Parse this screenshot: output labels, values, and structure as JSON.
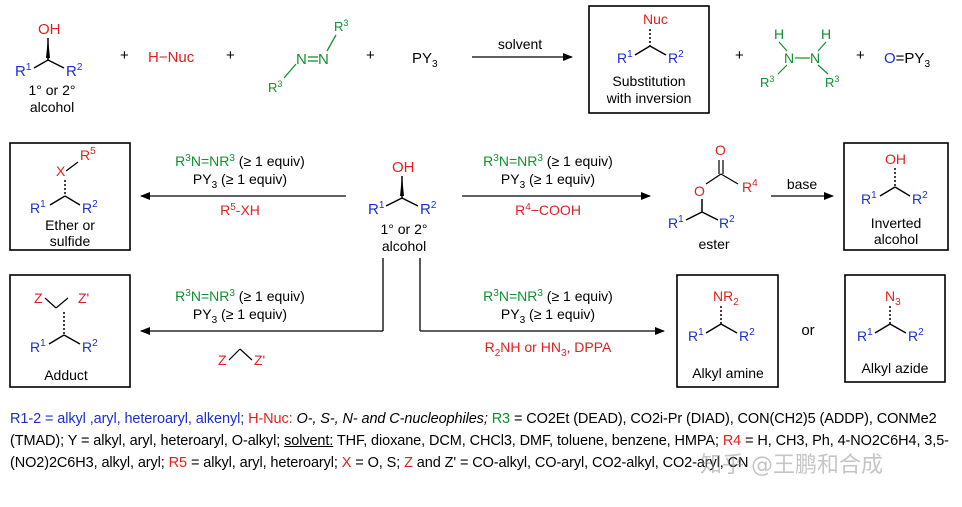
{
  "top": {
    "alcohol_caption": [
      "1° or 2°",
      "alcohol"
    ],
    "nucleophile": "H−Nuc",
    "reagent_py3": "PY3",
    "solvent_label": "solvent",
    "product_caption": [
      "Substitution",
      "with inversion"
    ],
    "byproduct_py3o": "O=PY3",
    "plus": "+"
  },
  "center": {
    "alcohol_caption": [
      "1° or 2°",
      "alcohol"
    ]
  },
  "left_upper": {
    "reagent_line1": "R3N=NR3 (≥ 1 equiv)",
    "reagent_line2": "PY3 (≥ 1 equiv)",
    "nucleophile": "R5-XH",
    "product_caption": [
      "Ether or",
      "sulfide"
    ]
  },
  "right_upper": {
    "reagent_line1": "R3N=NR3 (≥ 1 equiv)",
    "reagent_line2": "PY3 (≥ 1 equiv)",
    "nucleophile": "R4−COOH",
    "intermediate_caption": "ester",
    "base_label": "base",
    "product_caption": [
      "Inverted",
      "alcohol"
    ]
  },
  "left_lower": {
    "reagent_line1": "R3N=NR3 (≥ 1 equiv)",
    "reagent_line2": "PY3 (≥ 1 equiv)",
    "product_caption": "Adduct"
  },
  "right_lower": {
    "reagent_line1": "R3N=NR3 (≥ 1 equiv)",
    "reagent_line2": "PY3 (≥ 1 equiv)",
    "nucleophile": "R2NH or HN3, DPPA",
    "amine_caption": "Alkyl amine",
    "or_label": "or",
    "azide_caption": "Alkyl azide"
  },
  "legend": {
    "r12": "R1-2 = alkyl ,aryl, heteroaryl, alkenyl;",
    "hnuc": "H-Nuc:",
    "hnuc_def": "O-, S-, N- and C-nucleophiles;",
    "r3": "R3",
    "r3_def": "= CO2Et (DEAD), CO2i-Pr (DIAD), CON(CH2)5 (ADDP), CONMe2 (TMAD); Y = alkyl, aryl, heteroaryl, O-alkyl;",
    "solvent_key": "solvent:",
    "solvent_def": "THF, dioxane, DCM, CHCl3, DMF, toluene, benzene, HMPA;",
    "r4": "R4",
    "r4_def": "= H, CH3, Ph, 4-NO2C6H4, 3,5-(NO2)2C6H3, alkyl, aryl;",
    "r5": "R5",
    "r5_def": "= alkyl, aryl, heteroaryl;",
    "x": "X",
    "x_def": "= O, S;",
    "z": "Z",
    "z_def": "and Z' = CO-alkyl, CO-aryl, CO2-alkyl, CO2-aryl, CN"
  },
  "watermark": "知乎 @王鹏和合成",
  "colors": {
    "red": "#e02020",
    "green": "#10902e",
    "blue": "#1a2fd0",
    "black": "#000000"
  }
}
